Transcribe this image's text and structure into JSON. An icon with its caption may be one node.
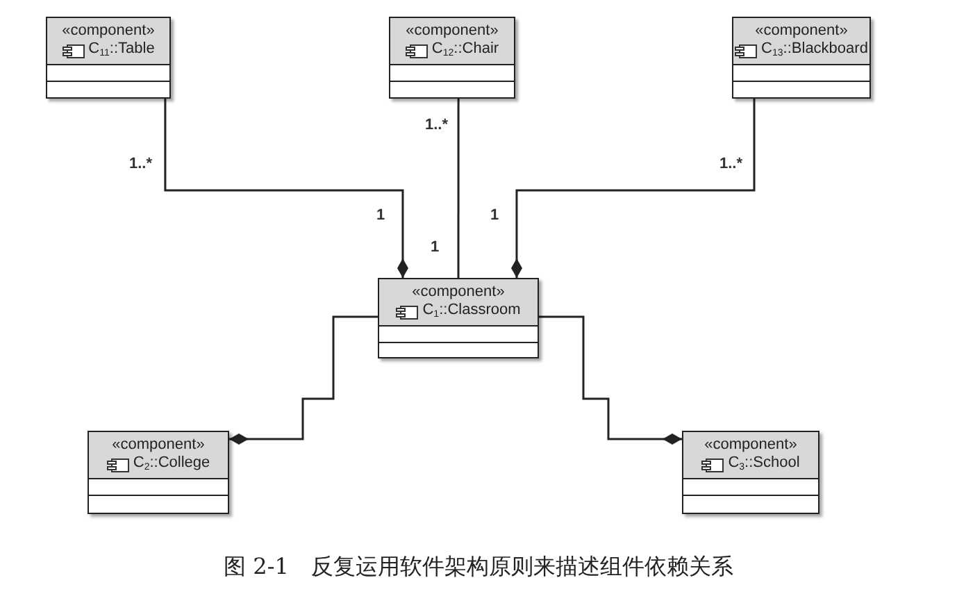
{
  "diagram": {
    "caption": "图 2-1　反复运用软件架构原则来描述组件依赖关系",
    "nodes": [
      {
        "text": [
          "«component»",
          "C$_{11}$::Table"
        ]
      },
      {
        "text": [
          "«component»",
          "C$_{12}$::Chair"
        ]
      },
      {
        "text": [
          "«component»",
          "C$_{13}$::Blackboard"
        ]
      },
      {
        "text": [
          "«component»",
          "C$_{1}$::Classroom"
        ]
      },
      {
        "text": [
          "«component»",
          "C$_{2}$::College"
        ]
      },
      {
        "text": [
          "«component»",
          "C$_{3}$::School"
        ]
      }
    ],
    "edges": [
      {
        "from": 0,
        "to": 3,
        "arrow": "other"
      },
      {
        "from": 1,
        "to": 3,
        "arrow": "none"
      },
      {
        "from": 2,
        "to": 3,
        "arrow": "other"
      },
      {
        "from": 3,
        "to": 4,
        "arrow": "other"
      },
      {
        "from": 3,
        "to": 5,
        "arrow": "other"
      }
    ],
    "labels": [
      "1..*",
      "1..*",
      "1..*",
      "1",
      "1",
      "1"
    ]
  }
}
